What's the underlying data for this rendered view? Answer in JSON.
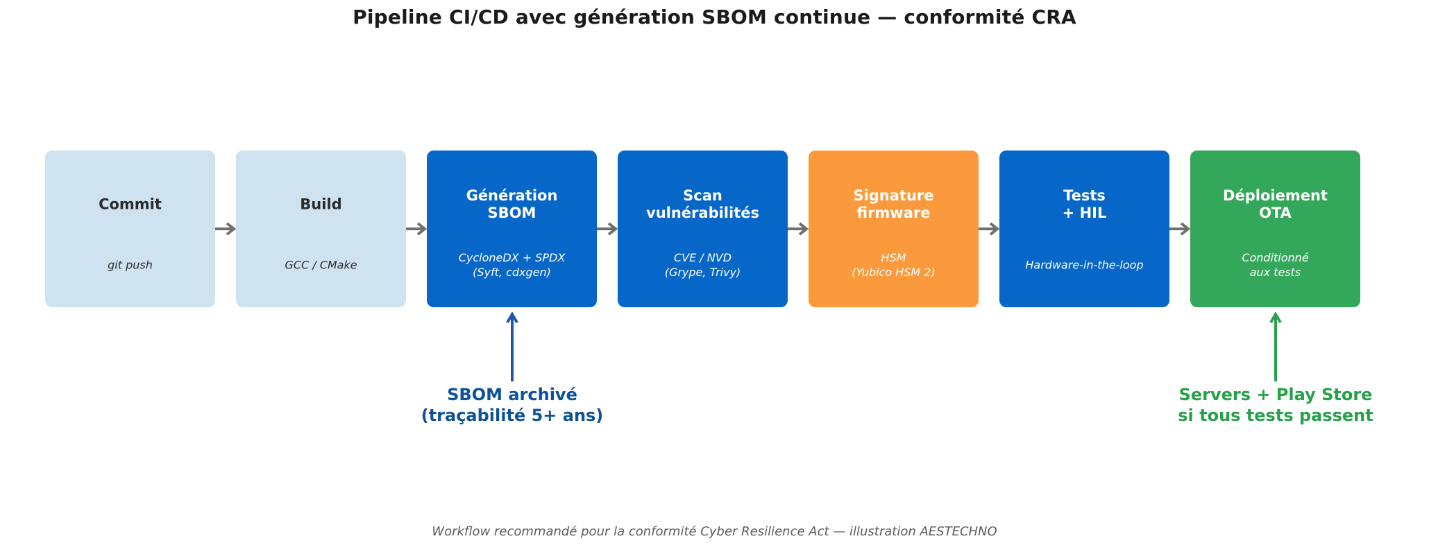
{
  "title": "Pipeline CI/CD avec génération SBOM continue — conformité CRA",
  "pipeline": {
    "stages": [
      {
        "title": "Commit",
        "subtitle": "git push",
        "color": "#cfe2f0"
      },
      {
        "title": "Build",
        "subtitle": "GCC / CMake",
        "color": "#cfe2f0"
      },
      {
        "title": "Génération\nSBOM",
        "subtitle": "CycloneDX + SPDX\n(Syft, cdxgen)",
        "color": "#0667c8"
      },
      {
        "title": "Scan\nvulnérabilités",
        "subtitle": "CVE / NVD\n(Grype, Trivy)",
        "color": "#0667c8"
      },
      {
        "title": "Signature\nfirmware",
        "subtitle": "HSM\n(Yubico HSM 2)",
        "color": "#fb9a3c"
      },
      {
        "title": "Tests\n+ HIL",
        "subtitle": "Hardware-in-the-loop",
        "color": "#0667c8"
      },
      {
        "title": "Déploiement\nOTA",
        "subtitle": "Conditionné\naux tests",
        "color": "#34a85a"
      }
    ]
  },
  "annotations": {
    "sbom": {
      "text": "SBOM archivé\n(traçabilité 5+ ans)",
      "color": "#0d5296"
    },
    "deploy": {
      "text": "Servers + Play Store\nsi tous tests passent",
      "color": "#27a04a"
    }
  },
  "footer": "Workflow recommandé pour la conformité Cyber Resilience Act — illustration AESTECHNO",
  "colors": {
    "stage_light_blue": "#cfe2f0",
    "stage_blue": "#0667c8",
    "stage_orange": "#fb9a3c",
    "stage_green": "#34a85a",
    "flow_arrow_gray": "#6f6f6f",
    "annotation_blue": "#0d5296",
    "annotation_green": "#27a04a",
    "title_text": "#1b1b1b",
    "footer_text": "#5c5c5c"
  }
}
